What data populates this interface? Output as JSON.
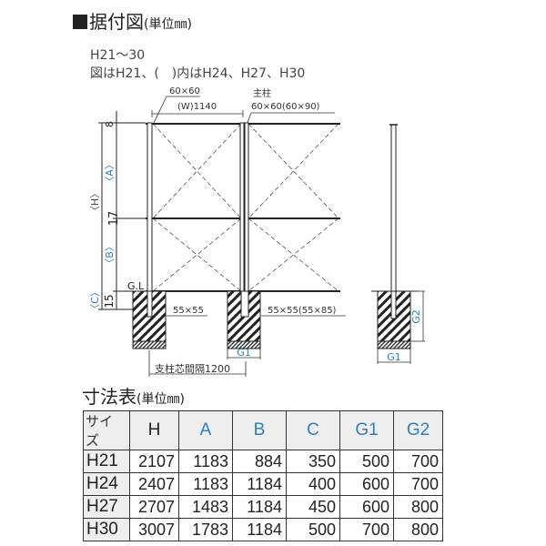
{
  "header": {
    "title": "据付図",
    "unit": "(単位㎜)",
    "range": "H21〜30",
    "note": "図はH21、(　)内はH24、H27、H30"
  },
  "diagram": {
    "post_label_top": "60×60",
    "width_label": "(W)1140",
    "main_post_label": "主柱",
    "main_post_size": "60×60(60×90)",
    "dim_8": "8",
    "dim_17": "17",
    "dim_15": "15",
    "label_H": "〈H〉",
    "label_A": "〈A〉",
    "label_B": "〈B〉",
    "label_C": "〈C〉",
    "ground_line": "G.L",
    "footing_left": "55×55",
    "footing_mid": "55×55(55×85)",
    "g1_mid": "G1",
    "post_spacing": "支柱芯間隔1200",
    "g1_side": "G1",
    "g2_side": "G2",
    "colors": {
      "line": "#222222",
      "blue_label": "#2f7fb9",
      "dash": "#555555"
    }
  },
  "table": {
    "title": "寸法表",
    "unit": "(単位㎜)",
    "headers": [
      "サイズ",
      "H",
      "A",
      "B",
      "C",
      "G1",
      "G2"
    ],
    "rows": [
      [
        "H21",
        "2107",
        "1183",
        "884",
        "350",
        "500",
        "700"
      ],
      [
        "H24",
        "2407",
        "1183",
        "1184",
        "400",
        "600",
        "700"
      ],
      [
        "H27",
        "2707",
        "1483",
        "1184",
        "450",
        "600",
        "800"
      ],
      [
        "H30",
        "3007",
        "1783",
        "1184",
        "500",
        "700",
        "800"
      ]
    ]
  }
}
